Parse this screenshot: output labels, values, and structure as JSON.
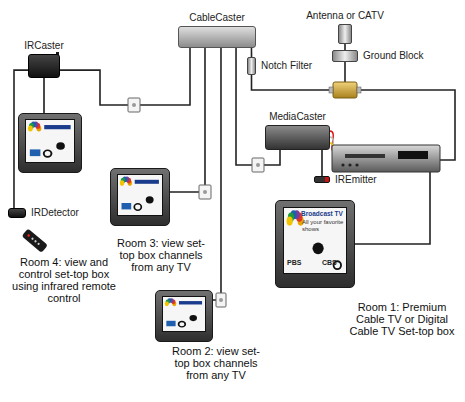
{
  "diagram": {
    "nodes": [
      {
        "text": [
          "Antenna or CATV"
        ]
      },
      {
        "text": [
          "Ground Block"
        ]
      },
      {
        "text": [
          "CableCaster"
        ]
      },
      {
        "text": [
          "Notch Filter"
        ]
      },
      {
        "text": [
          "MediaCaster"
        ]
      },
      {
        "text": [
          "IREmitter"
        ]
      },
      {
        "text": [
          "IRCaster"
        ]
      },
      {
        "text": [
          "IRDetector"
        ]
      },
      {
        "text": [
          "Room 4: view and control set-top box using infrared remote control"
        ]
      },
      {
        "text": [
          "Room 3: view set-top box channels from any TV"
        ]
      },
      {
        "text": [
          "Room 2: view set-top box channels from any TV"
        ]
      },
      {
        "text": [
          "Room 1: Premium Cable TV or Digital Cable TV Set-top box"
        ]
      }
    ],
    "edges": [
      {
        "from": 0,
        "to": 1,
        "arrow": "none"
      },
      {
        "from": 1,
        "to": 3,
        "arrow": "none"
      },
      {
        "from": 2,
        "to": 3,
        "arrow": "none"
      },
      {
        "from": 6,
        "to": 2,
        "arrow": "none"
      },
      {
        "from": 6,
        "to": 8,
        "arrow": "none"
      },
      {
        "from": 6,
        "to": 7,
        "arrow": "none"
      },
      {
        "from": 2,
        "to": 9,
        "arrow": "none"
      },
      {
        "from": 2,
        "to": 10,
        "arrow": "none"
      },
      {
        "from": 2,
        "to": 4,
        "arrow": "none"
      },
      {
        "from": 4,
        "to": 5,
        "arrow": "none"
      }
    ],
    "labels": [
      "Broadcast TV",
      "All your favorite shows",
      "PBS",
      "CBS"
    ]
  }
}
